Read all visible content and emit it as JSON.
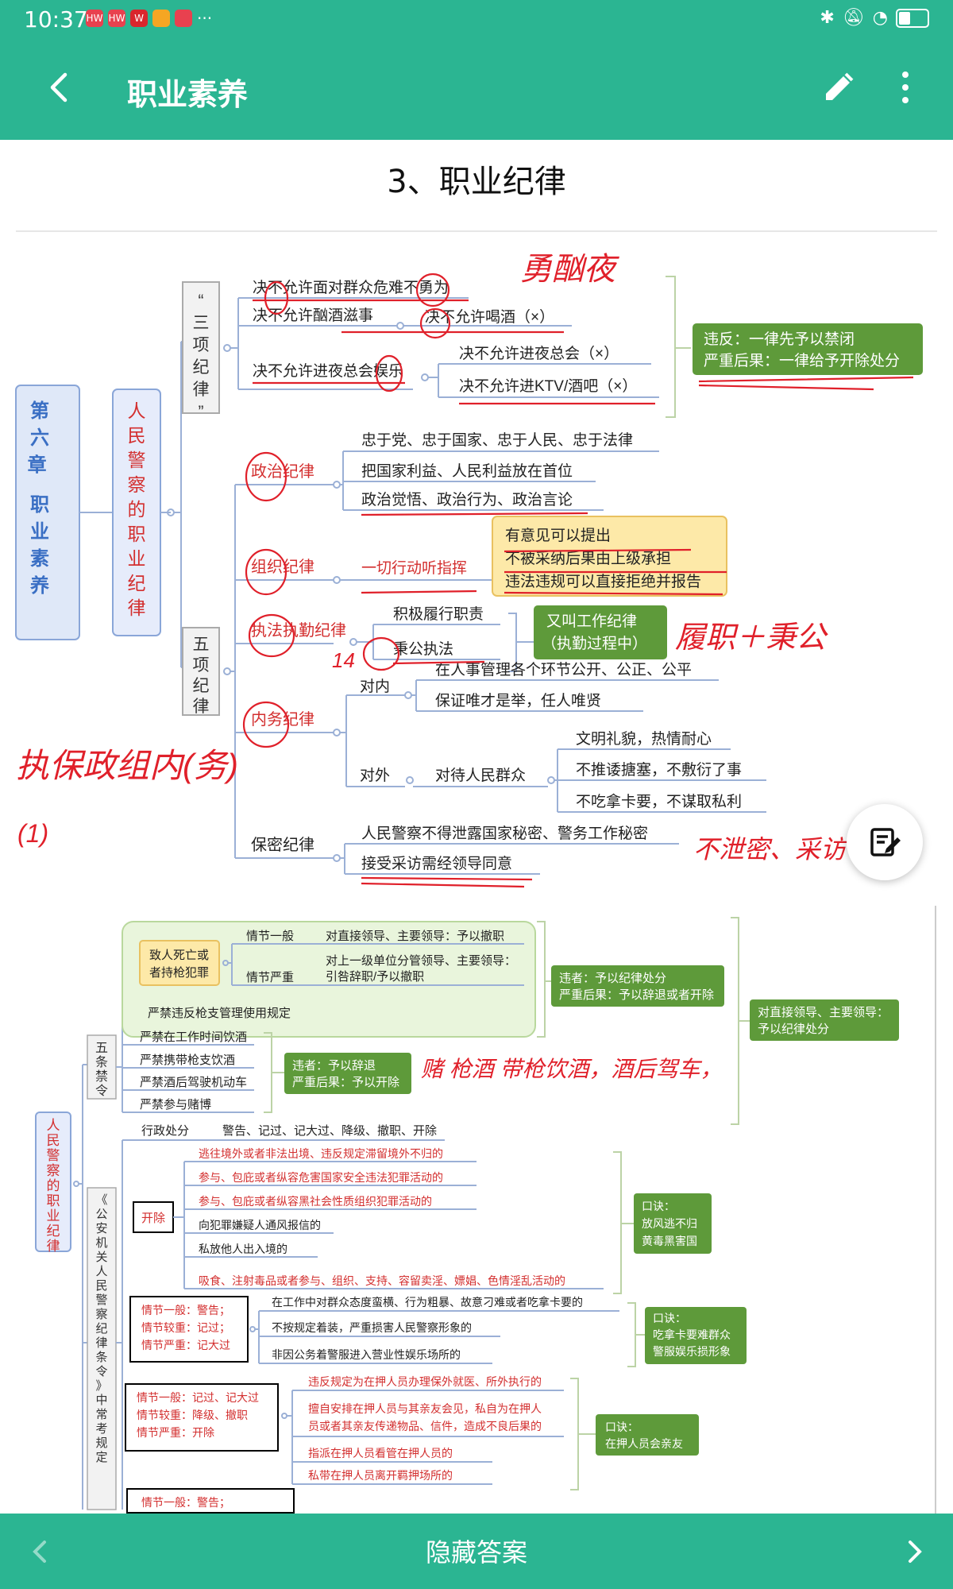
{
  "status": {
    "time": "10:37",
    "notifications": [
      {
        "label": "HW",
        "color": "#e8414f"
      },
      {
        "label": "HW",
        "color": "#e8414f"
      },
      {
        "label": "W",
        "color": "#d9262d"
      },
      {
        "label": "",
        "color": "#f5a623"
      },
      {
        "label": "",
        "color": "#e8414f"
      }
    ],
    "overflow": "···",
    "battery_level": 0.45
  },
  "appbar": {
    "title": "职业素养"
  },
  "page": {
    "heading": "3、职业纪律"
  },
  "mindmap1": {
    "root": "第六章　职业素养",
    "level1": "人民警察的职业纪律",
    "branch_three": "“三项纪律”",
    "three_items": [
      "决不允许面对群众危难不勇为",
      "决不允许酗酒滋事",
      "决不允许进夜总会娱乐"
    ],
    "three_sub": [
      "决不允许喝酒（×）",
      "决不允许进夜总会（×）",
      "决不允许进KTV/酒吧（×）"
    ],
    "three_note": [
      "违反：一律先予以禁闭",
      "严重后果：一律给予开除处分"
    ],
    "branch_five": "五项纪律",
    "five_items": [
      "政治纪律",
      "组织纪律",
      "执法执勤纪律",
      "内务纪律",
      "保密纪律"
    ],
    "political": [
      "忠于党、忠于国家、忠于人民、忠于法律",
      "把国家利益、人民利益放在首位",
      "政治觉悟、政治行为、政治言论"
    ],
    "organization": "一切行动听指挥",
    "organization_note": [
      "有意见可以提出",
      "不被采纳后果由上级承担",
      "违法违规可以直接拒绝并报告"
    ],
    "enforcement": [
      "积极履行职责",
      "秉公执法"
    ],
    "enforcement_note": [
      "又叫工作纪律",
      "（执勤过程中）"
    ],
    "internal_in": "对内",
    "internal_in_items": [
      "在人事管理各个环节公开、公正、公平",
      "保证唯才是举，任人唯贤"
    ],
    "internal_out": "对外",
    "internal_out_mid": "对待人民群众",
    "internal_out_items": [
      "文明礼貌，热情耐心",
      "不推诿搪塞，不敷衍了事",
      "不吃拿卡要，不谋取私利"
    ],
    "secret": [
      "人民警察不得泄露国家秘密、警务工作秘密",
      "接受采访需经领导同意"
    ]
  },
  "handwriting": {
    "brave": "勇酗夜",
    "duty": "履职＋秉公",
    "order": "执保政组内(务)",
    "order_mark": "(1)",
    "num14": "14",
    "secret": "不泄密、采访",
    "five_bans": "赌 枪酒 带枪饮酒，酒后驾车，"
  },
  "mindmap2": {
    "root": "人民警察的职业纪律",
    "five_bans_title": "五条禁令",
    "case_title": "致人死亡或者持枪犯罪",
    "case_general": "情节一般",
    "case_general_result": "对直接领导、主要领导：予以撤职",
    "case_serious": "情节严重",
    "case_serious_result": [
      "对上一级单位分管领导、主要领导：",
      "引咎辞职/予以撤职"
    ],
    "gun_mgmt": "严禁违反枪支管理使用规定",
    "bans": [
      "严禁在工作时间饮酒",
      "严禁携带枪支饮酒",
      "严禁酒后驾驶机动车",
      "严禁参与赌博"
    ],
    "ban_note": [
      "违者：予以辞退",
      "严重后果：予以开除"
    ],
    "gun_note": [
      "违者：予以纪律处分",
      "严重后果：予以辞退或者开除"
    ],
    "leader_note": [
      "对直接领导、主要领导：",
      "予以纪律处分"
    ],
    "regulation_title": "《公安机关人民警察纪律条令》中常考规定",
    "admin_label": "行政处分",
    "admin_items": "警告、记过、记大过、降级、撤职、开除",
    "expel_label": "开除",
    "expel_items": [
      "逃往境外或者非法出境、违反规定滞留境外不归的",
      "参与、包庇或者纵容危害国家安全违法犯罪活动的",
      "参与、包庇或者纵容黑社会性质组织犯罪活动的",
      "向犯罪嫌疑人通风报信的",
      "私放他人出入境的",
      "吸食、注射毒品或者参与、组织、支持、容留卖淫、嫖娼、色情淫乱活动的"
    ],
    "expel_tip": [
      "口诀：",
      "放风逃不归",
      "黄毒黑害国"
    ],
    "grade1": [
      "情节一般：警告；",
      "情节较重：记过；",
      "情节严重：记大过"
    ],
    "grade1_items": [
      "在工作中对群众态度蛮横、行为粗暴、故意刁难或者吃拿卡要的",
      "不按规定着装，严重损害人民警察形象的",
      "非因公务着警服进入营业性娱乐场所的"
    ],
    "grade1_tip": [
      "口诀：",
      "吃拿卡要难群众",
      "警服娱乐损形象"
    ],
    "grade2": [
      "情节一般：记过、记大过",
      "情节较重：降级、撤职",
      "情节严重：开除"
    ],
    "grade2_items": [
      "违反规定为在押人员办理保外就医、所外执行的",
      "擅自安排在押人员与其亲友会见，私自为在押人",
      "员或者其亲友传递物品、信件，造成不良后果的",
      "指派在押人员看管在押人员的",
      "私带在押人员离开羁押场所的"
    ],
    "grade2_tip": [
      "口诀：",
      "在押人员会亲友"
    ],
    "grade3": "情节一般：警告；"
  },
  "bottom": {
    "label": "隐藏答案"
  }
}
